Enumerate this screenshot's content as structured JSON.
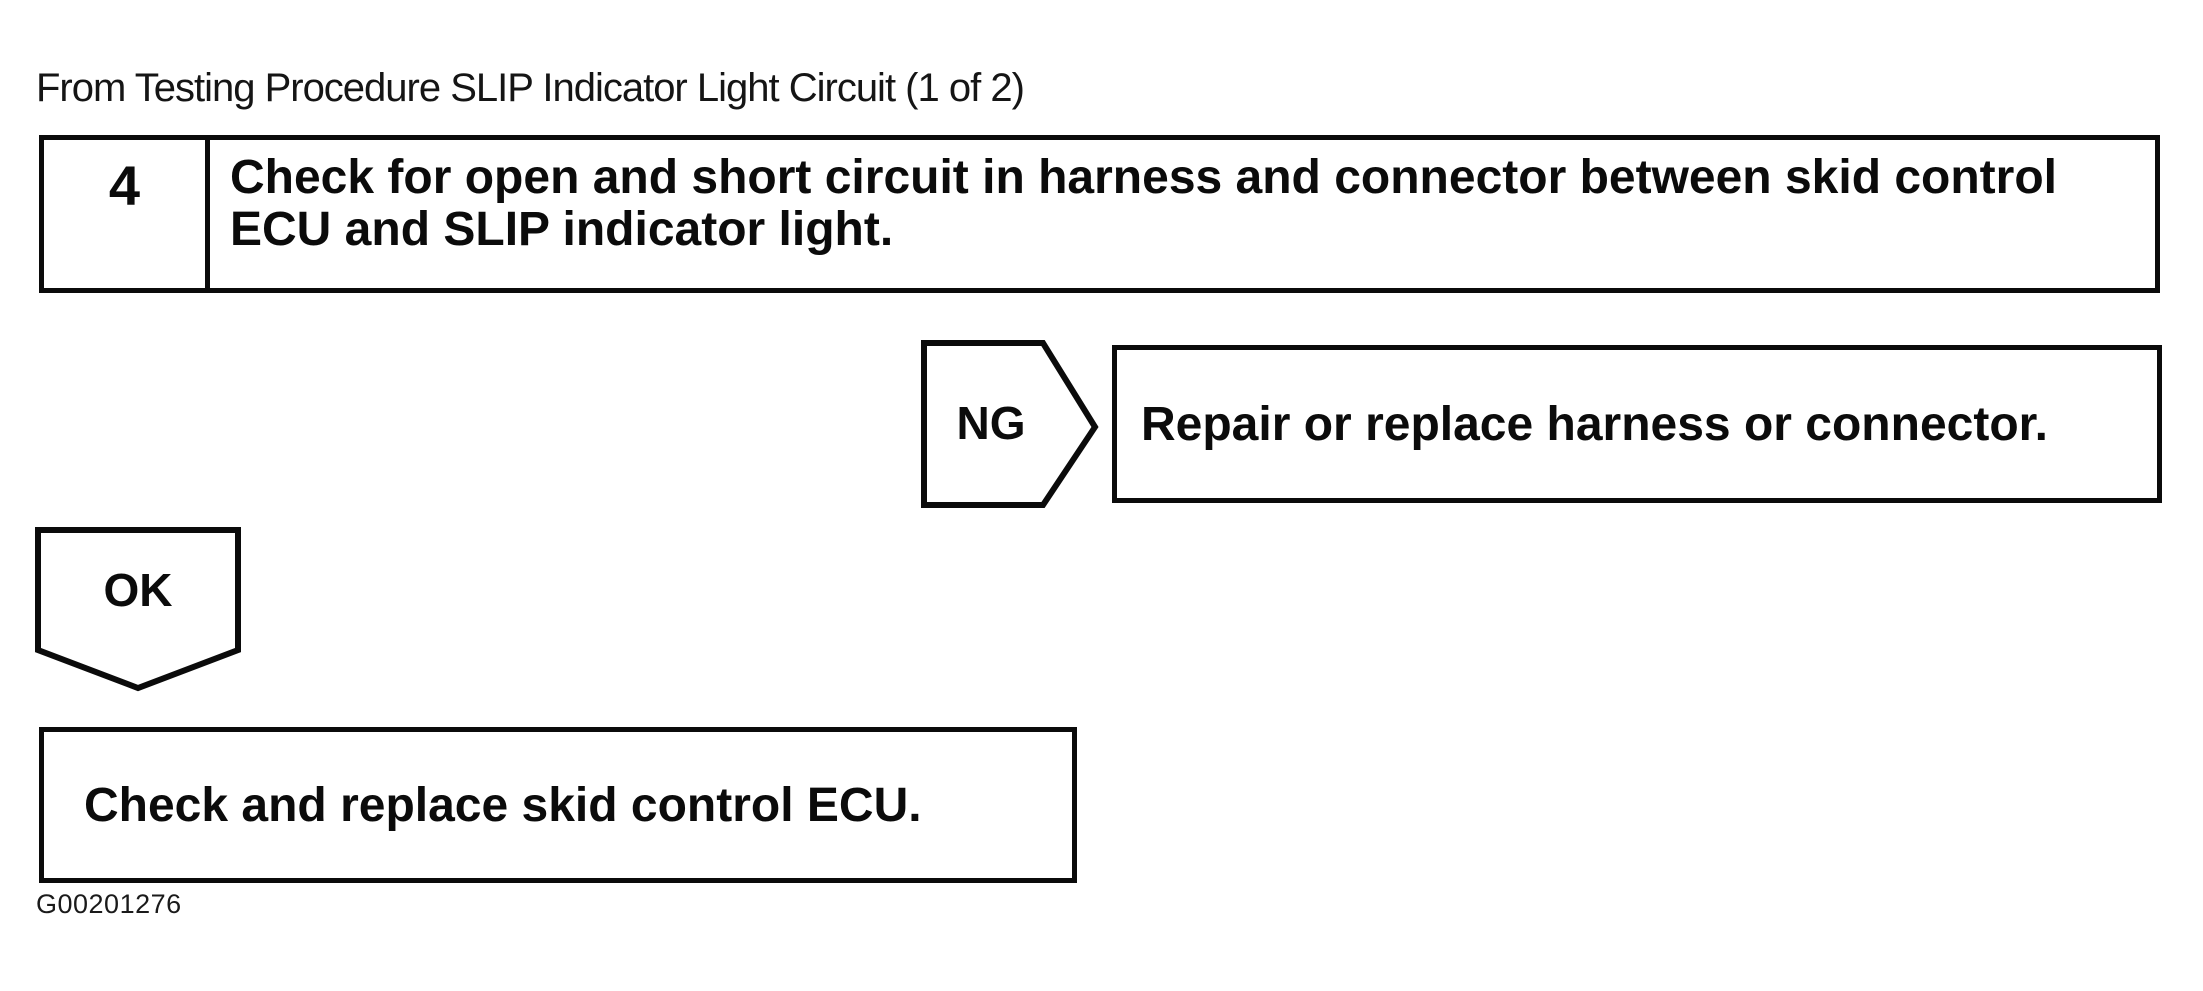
{
  "header": {
    "label": "From Testing Procedure SLIP Indicator Light Circuit (1 of 2)"
  },
  "flowchart": {
    "step_box": {
      "number": "4",
      "instruction": "Check for open and short circuit in harness and connector between skid control ECU and SLIP indicator light."
    },
    "ng_branch": {
      "tag": "NG",
      "action": "Repair or replace harness or connector."
    },
    "ok_branch": {
      "tag": "OK",
      "action": "Check and replace skid control ECU."
    }
  },
  "footer": {
    "figure_id": "G00201276"
  },
  "colors": {
    "ink": "#0b0b0b",
    "background": "#ffffff"
  }
}
